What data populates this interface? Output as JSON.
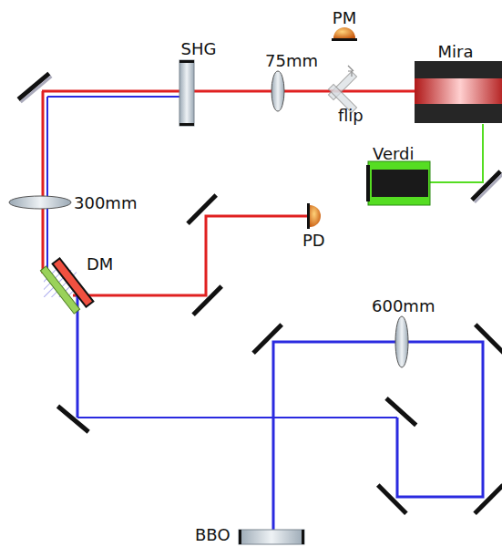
{
  "diagram": {
    "labels": [
      "PM",
      "SHG",
      "75mm",
      "flip",
      "Mira",
      "Verdi",
      "300mm",
      "PD",
      "DM",
      "600mm",
      "BBO"
    ]
  }
}
